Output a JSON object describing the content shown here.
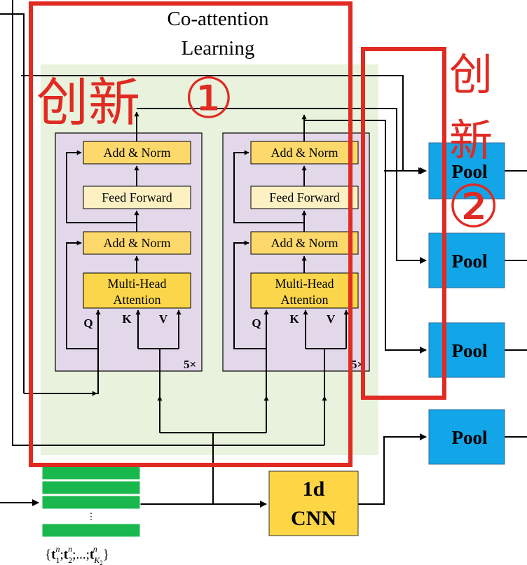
{
  "title": {
    "line1": "Co-attention",
    "line2": "Learning"
  },
  "encoder_blocks": [
    {
      "add_norm_top": "Add & Norm",
      "feed_forward": "Feed Forward",
      "add_norm_bottom": "Add & Norm",
      "attention_line1": "Multi-Head",
      "attention_line2": "Attention",
      "q": "Q",
      "k": "K",
      "v": "V",
      "repeat": "5×"
    },
    {
      "add_norm_top": "Add & Norm",
      "feed_forward": "Feed Forward",
      "add_norm_bottom": "Add & Norm",
      "attention_line1": "Multi-Head",
      "attention_line2": "Attention",
      "q": "Q",
      "k": "K",
      "v": "V",
      "repeat": "5×"
    }
  ],
  "pools": [
    {
      "label": "Pool"
    },
    {
      "label": "Pool"
    },
    {
      "label": "Pool"
    },
    {
      "label": "Pool"
    }
  ],
  "cnn": {
    "line1": "1d",
    "line2": "CNN"
  },
  "input_ellipsis": "⋮",
  "annotations": {
    "innovation1_chars": "创新",
    "innovation1_num": "①",
    "innovation2_char1": "创",
    "innovation2_char2": "新",
    "innovation2_num": "②"
  },
  "colors": {
    "highlight_red": "#e02a22",
    "green_region": "#e8f2dc",
    "encoder_purple": "#e2d8ea",
    "light_yellow": "#fdf0c2",
    "dark_yellow": "#fcd64a",
    "pool_blue": "#12a5e8",
    "cnn_yellow": "#fdd545",
    "token_green": "#19b84e"
  }
}
